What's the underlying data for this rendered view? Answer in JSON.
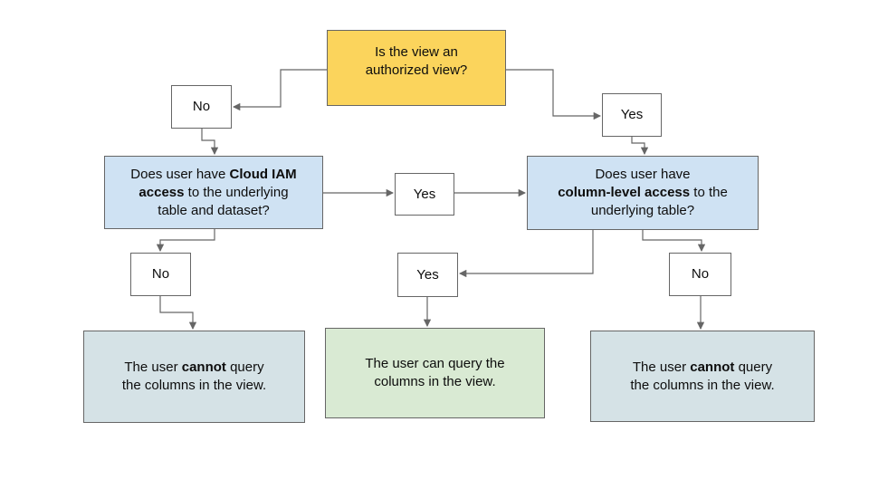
{
  "canvas": {
    "background": "#FFFFFF"
  },
  "palette": {
    "root_fill": "#FBD45C",
    "question_fill": "#CFE2F3",
    "label_fill": "#FFFFFF",
    "negative_result_fill": "#D5E2E6",
    "positive_result_fill": "#D9EAD3",
    "border": "#666666",
    "connector": "#666666",
    "text": "#0D0D0D"
  },
  "nodes": {
    "root": {
      "line1": "Is the view an",
      "line2": "authorized view?"
    },
    "branch_no": {
      "label": "No"
    },
    "branch_yes": {
      "label": "Yes"
    },
    "iam_question": {
      "line1_normal": "Does user have ",
      "line1_bold": "Cloud IAM",
      "line2_bold": "access",
      "line2_normal": " to the underlying",
      "line3": "table and dataset?"
    },
    "column_question": {
      "line1": "Does user have",
      "line2_bold": "column-level access",
      "line2_normal": " to the",
      "line3": "underlying table?"
    },
    "iam_yes": {
      "label": "Yes"
    },
    "iam_no": {
      "label": "No"
    },
    "column_yes": {
      "label": "Yes"
    },
    "column_no": {
      "label": "No"
    },
    "result_iam_no": {
      "line1_a": "The user ",
      "line1_bold": "cannot",
      "line1_b": " query",
      "line2": "the columns in the view."
    },
    "result_can": {
      "line1": "The user can query the",
      "line2": "columns in the view."
    },
    "result_column_no": {
      "line1_a": "The user ",
      "line1_bold": "cannot",
      "line1_b": " query",
      "line2": "the columns in the view."
    }
  },
  "edges": [
    {
      "from": "root",
      "to": "branch_no"
    },
    {
      "from": "root",
      "to": "branch_yes"
    },
    {
      "from": "branch_no",
      "to": "iam_question"
    },
    {
      "from": "branch_yes",
      "to": "column_question"
    },
    {
      "from": "iam_question",
      "to": "iam_yes"
    },
    {
      "from": "iam_yes",
      "to": "column_question"
    },
    {
      "from": "iam_question",
      "to": "iam_no"
    },
    {
      "from": "iam_no",
      "to": "result_iam_no"
    },
    {
      "from": "column_question",
      "to": "column_yes"
    },
    {
      "from": "column_yes",
      "to": "result_can"
    },
    {
      "from": "column_question",
      "to": "column_no"
    },
    {
      "from": "column_no",
      "to": "result_column_no"
    }
  ]
}
